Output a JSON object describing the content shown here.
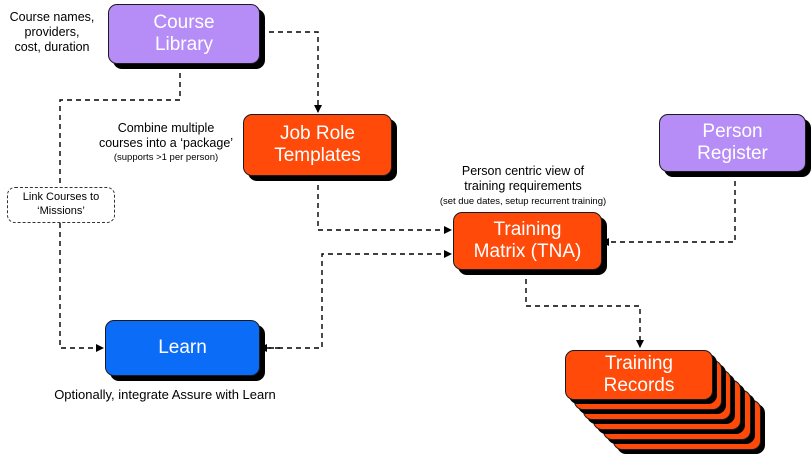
{
  "nodes": {
    "course_library": "Course\nLibrary",
    "job_role_templates": "Job Role\nTemplates",
    "person_register": "Person\nRegister",
    "training_matrix": "Training\nMatrix (TNA)",
    "learn": "Learn",
    "training_records": "Training\nRecords"
  },
  "notes": {
    "course_library_desc": "Course names,\nproviders,\ncost, duration",
    "job_role_desc": "Combine multiple\ncourses into a ‘package’",
    "job_role_sub": "(supports >1 per person)",
    "matrix_desc": "Person centric view of\ntraining requirements",
    "matrix_sub": "(set due dates, setup recurrent training)",
    "link_courses": "Link Courses to\n‘Missions’",
    "learn_desc": "Optionally, integrate Assure with Learn"
  },
  "colors": {
    "purple": "#b68cf7",
    "orange": "#ff4a0a",
    "blue": "#0b6cf8"
  }
}
